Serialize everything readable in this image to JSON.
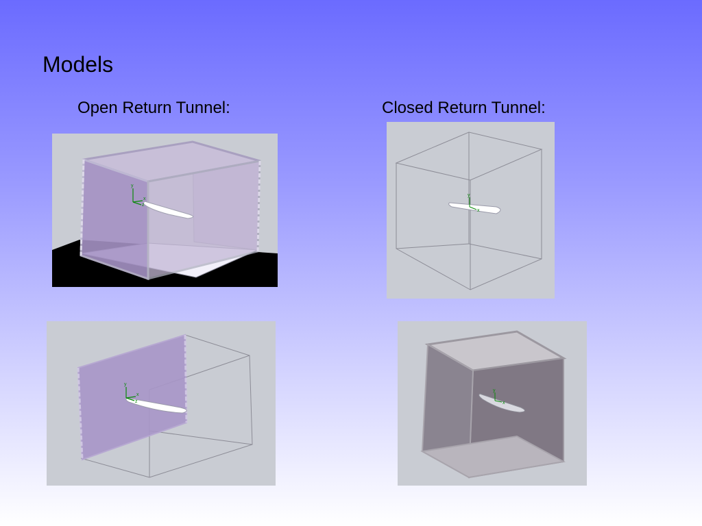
{
  "slide": {
    "title": "Models",
    "captions": {
      "open": "Open Return Tunnel:",
      "closed": "Closed Return Tunnel:"
    }
  },
  "colors": {
    "background_top": "#6b6bff",
    "background_bottom": "#ffffff",
    "panel_bg": "#c9ccd3",
    "purple_wall": "#a896c8",
    "dark_box": "#7a7480",
    "airfoil": "#ffffff",
    "axis_green": "#0a8a0a"
  },
  "icons": [
    "axis-triad-icon"
  ],
  "axis_labels": {
    "y": "y",
    "x": "x",
    "z": "z"
  }
}
